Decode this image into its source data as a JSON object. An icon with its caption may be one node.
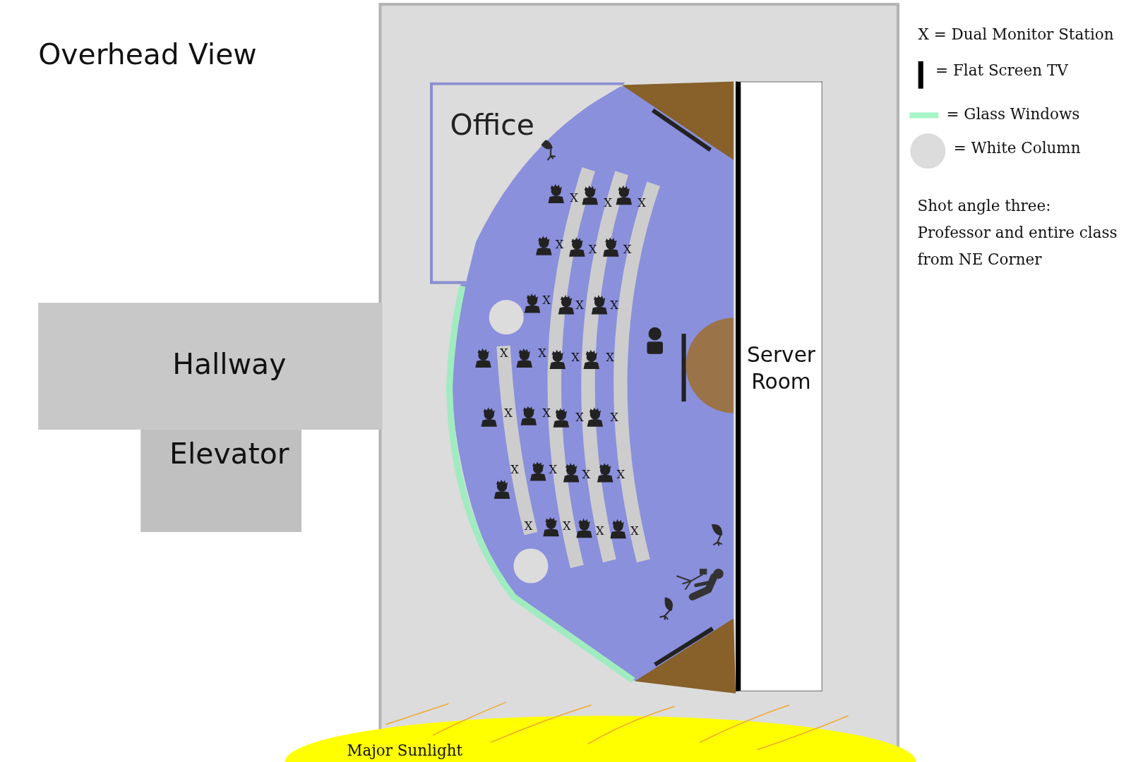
{
  "diagram": {
    "title": "Overhead View",
    "nodes": [
      {
        "text": [
          "Office"
        ]
      },
      {
        "text": [
          "Hallway"
        ]
      },
      {
        "text": [
          "Server Room"
        ]
      },
      {
        "text": [
          "Elevator"
        ]
      },
      {
        "text": [
          "Major Sunlight"
        ]
      },
      {
        "text": [],
        "shape": "semicircle"
      }
    ],
    "labels": [
      "X",
      "X",
      "X",
      "X",
      "X",
      "X",
      "X",
      "X",
      "X",
      "X",
      "X",
      "X",
      "X",
      "X",
      "X",
      "X",
      "X",
      "X",
      "X",
      "X",
      "X",
      "X",
      "X",
      "X",
      "X",
      "Shot angle three: Professor and entire class from NE Corner"
    ],
    "legend": [
      {
        "text": "X = Dual Monitor Station"
      },
      {
        "text": "= Flat Screen TV"
      },
      {
        "text": "= Glass Windows",
        "color": "#a8f5c8"
      },
      {
        "text": "= White Column",
        "color": "#dcdcdc"
      }
    ]
  }
}
